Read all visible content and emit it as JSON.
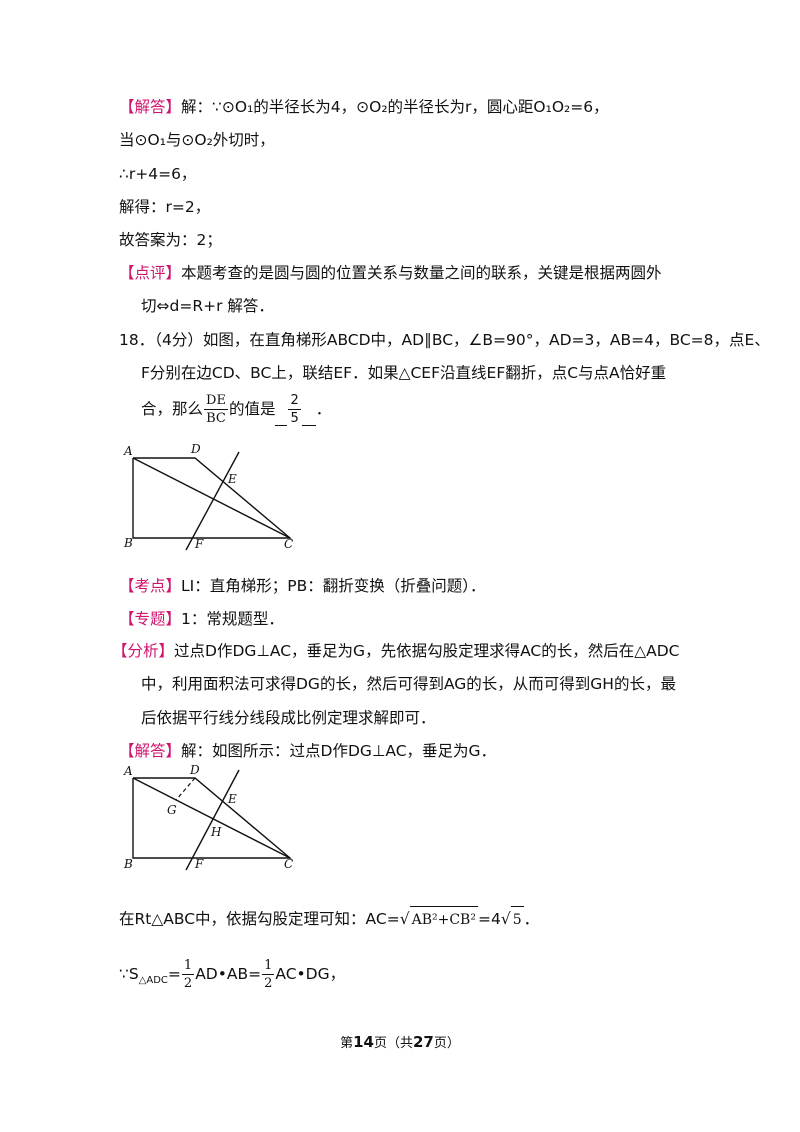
{
  "lines": {
    "l1_tag": "【解答】",
    "l1_text": "解：∵⊙O₁的半径长为4，⊙O₂的半径长为r，圆心距O₁O₂=6，",
    "l2": "当⊙O₁与⊙O₂外切时，",
    "l3": "∴r+4=6，",
    "l4": "解得：r=2，",
    "l5": "故答案为：2；",
    "l6_tag": "【点评】",
    "l6_text": "本题考查的是圆与圆的位置关系与数量之间的联系，关键是根据两圆外",
    "l7": "切⇔d=R+r 解答．",
    "l8": "18．（4分）如图，在直角梯形ABCD中，AD∥BC，∠B=90°，AD=3，AB=4，BC=8，点E、",
    "l9": "F分别在边CD、BC上，联结EF．如果△CEF沿直线EF翻折，点C与点A恰好重",
    "l10_a": "合，那么",
    "l10_b": "的值是",
    "l10_end": "．",
    "frac_de_num": "DE",
    "frac_de_den": "BC",
    "answer_num": "2",
    "answer_den": "5",
    "l11_tag": "【考点】",
    "l11_text": "LI：直角梯形；PB：翻折变换（折叠问题）．",
    "l12_tag": "【专题】",
    "l12_text": "1：常规题型．",
    "l13_tag": "【分析】",
    "l13_text": "过点D作DG⊥AC，垂足为G，先依据勾股定理求得AC的长，然后在△ADC",
    "l14": "中，利用面积法可求得DG的长，然后可得到AG的长，从而可得到GH的长，最",
    "l15": "后依据平行线分线段成比例定理求解即可．",
    "l16_tag": "【解答】",
    "l16_text": "解：如图所示：过点D作DG⊥AC，垂足为G．",
    "l17_a": "在Rt△ABC中，依据勾股定理可知：AC=",
    "l17_rad": "AB²+CB²",
    "l17_b": "=4",
    "l17_rad2": "5",
    "l17_end": "．",
    "l18_a": "∵S",
    "l18_sub": "△ADC",
    "l18_b": "=",
    "l18_c": "AD•AB=",
    "l18_d": "AC•DG，",
    "half_num": "1",
    "half_den": "2"
  },
  "figure1": {
    "labels": [
      "A",
      "D",
      "E",
      "B",
      "F",
      "C"
    ]
  },
  "figure2": {
    "labels": [
      "A",
      "D",
      "G",
      "E",
      "H",
      "B",
      "F",
      "C"
    ]
  },
  "footer": {
    "pre": "第",
    "page": "14",
    "mid": "页（共",
    "total": "27",
    "post": "页）"
  },
  "colors": {
    "tag": "#d0146e",
    "text": "#111111"
  }
}
